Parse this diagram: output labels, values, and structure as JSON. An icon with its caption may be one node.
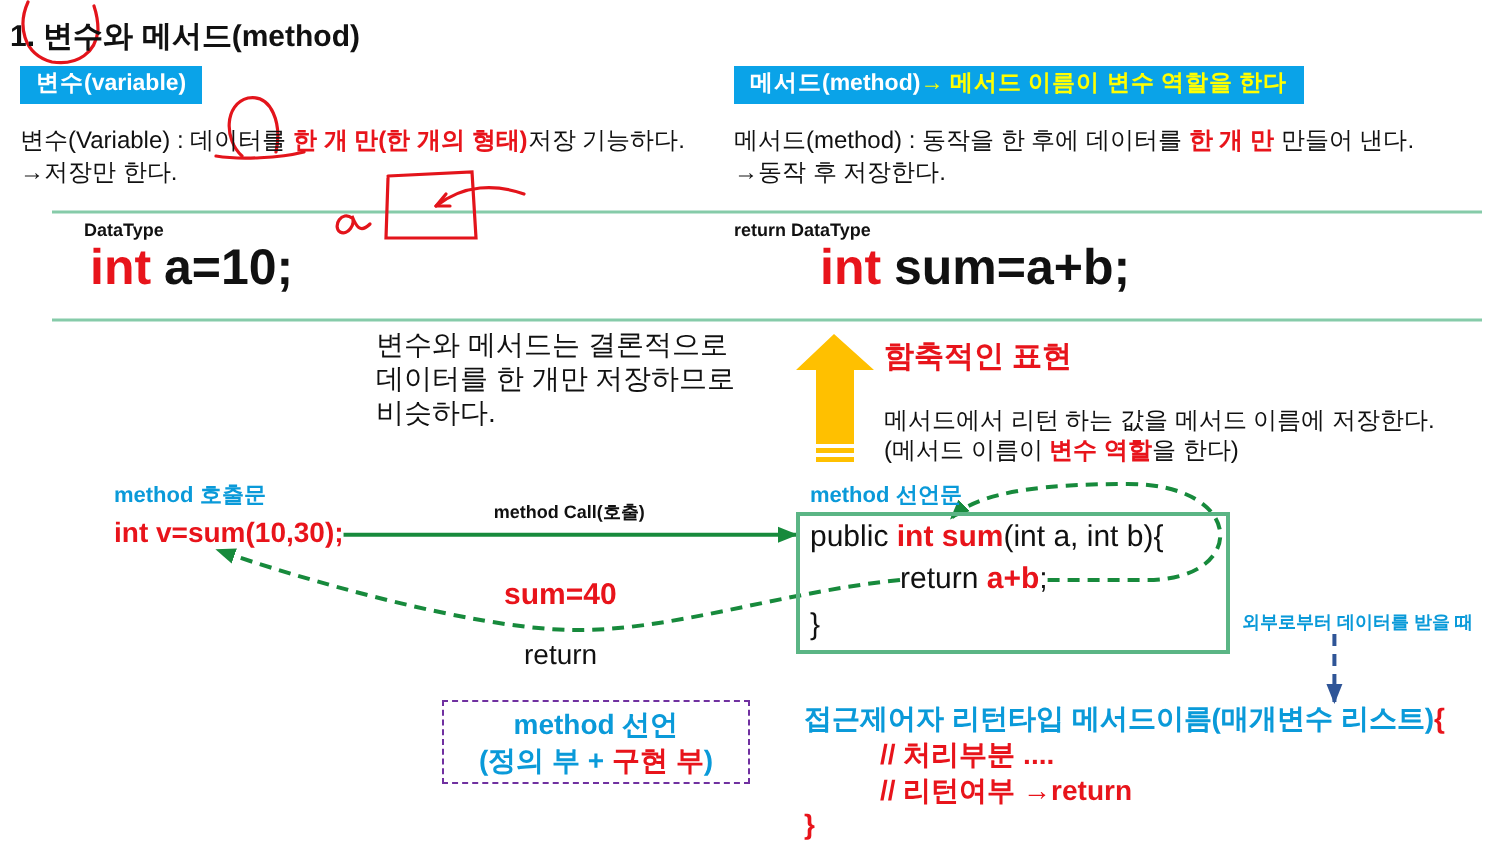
{
  "diagram": {
    "title": "1. 변수와 메서드(method)",
    "nodes": [
      {
        "text": [
          "변수(variable)"
        ]
      },
      {
        "text": [
          "메서드(method)",
          "→ 메서드 이름이 변수 역할을 한다"
        ]
      },
      {
        "text": [
          "int v=sum(10,30);"
        ],
        "beside": [
          "method 호출문"
        ]
      },
      {
        "text": [
          "method 선언문"
        ]
      },
      {
        "text": [
          "public **int sum**(int a, int b){"
        ],
        "in": 3
      },
      {
        "text": [
          "return **a+b**;"
        ],
        "in": 3
      },
      {
        "text": [
          "}"
        ],
        "in": 3
      },
      {
        "text": [
          "외부로부터 데이터를 받을 때"
        ]
      },
      {
        "text": [
          "method 선언",
          "(정의 부 + **구현 부**)"
        ]
      },
      {
        "text": [
          "접근제어자 리턴타입 메서드이름(매개변수 리스트)**{**"
        ]
      }
    ],
    "edges": [
      {
        "from": 2,
        "to": 3,
        "arrow": "to",
        "label": "method Call(호출)"
      },
      {
        "from": 5,
        "to": 4,
        "arrow": "to",
        "style": "dashed"
      },
      {
        "from": 5,
        "to": 2,
        "arrow": "to",
        "style": "dashed",
        "label": "sum=40"
      },
      {
        "from": 7,
        "to": 9,
        "arrow": "to",
        "style": "dashed",
        "color": "#2f5597"
      }
    ],
    "labels": [
      "변수(Variable) : 데이터를 **한 개 만(한 개의 형태)**저장 기능하다.",
      "→저장만 한다.",
      "메서드(method) : 동작을 한 후에 데이터를 **한 개 만** 만들어 낸다.",
      "→동작 후 저장한다.",
      "DataType",
      "int",
      "a=10;",
      "return DataType",
      "int",
      "sum=a+b;",
      "변수와 메서드는 결론적으로 데이터를 한 개만 저장하므로 비슷하다.",
      "함축적인 표현",
      "메서드에서 리턴 하는 값을 메서드 이름에 저장한다.",
      "(메서드 이름이 **변수 역할**을 한다)",
      "return",
      "// 처리부분 ....",
      "// 리턴여부 →return",
      "}"
    ]
  }
}
